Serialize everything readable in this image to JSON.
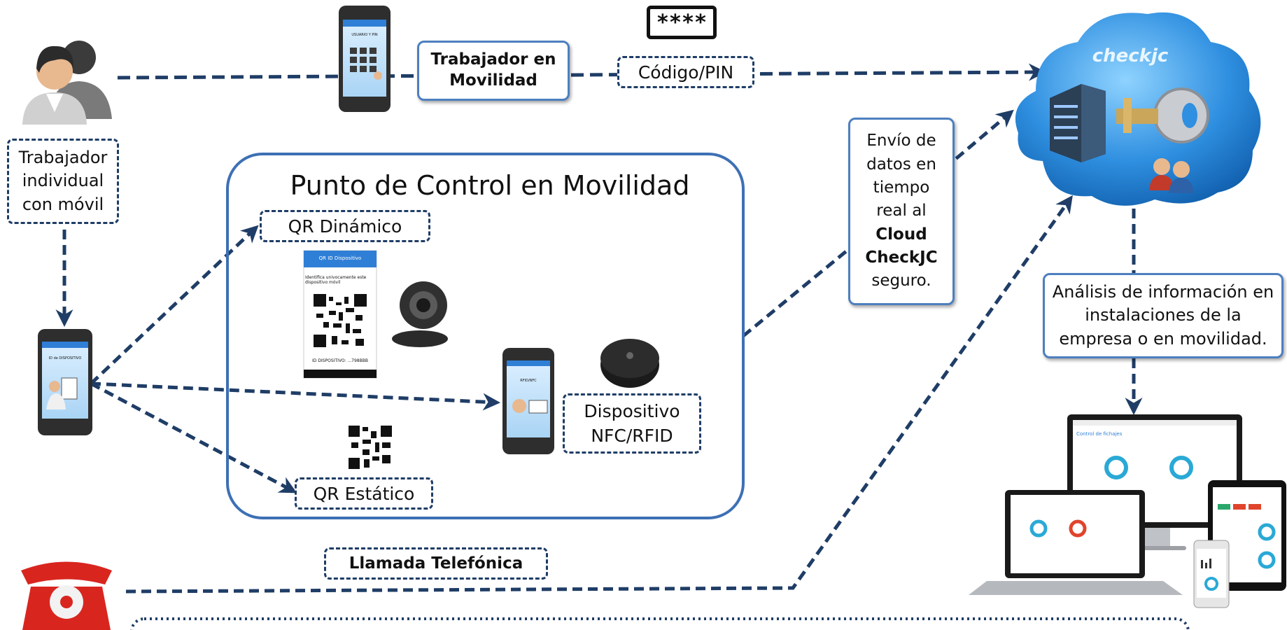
{
  "nodes": {
    "individual_worker": "Trabajador individual con móvil",
    "mobile_worker": "Trabajador en Movilidad",
    "pin_code": "Código/PIN",
    "pin_mask": "****",
    "control_point_title": "Punto de Control en Movilidad",
    "qr_dynamic": "QR Dinámico",
    "qr_static": "QR Estático",
    "nfc_device": "Dispositivo NFC/RFID",
    "phone_call": "Llamada Telefónica",
    "cloud_logo": "checkjc",
    "analysis": "Análisis de información en instalaciones de la empresa o en movilidad."
  },
  "data_sending": {
    "line1": "Envío de",
    "line2": "datos en",
    "line3": "tiempo",
    "line4": "real al",
    "line5": "Cloud",
    "line6": "CheckJC",
    "line7": "seguro."
  },
  "phone_screens": {
    "qr_app_title": "QR ID Dispositivo",
    "qr_app_text": "Identifica univocamente este dispositivo móvil",
    "qr_app_id": "ID DISPOSITIVO: ...798BBB",
    "pin_screen": "USUARIO Y PIN",
    "id_screen": "ID de DISPOSITIVO",
    "nfc_screen": "RFID/NFC"
  },
  "dashboard": {
    "title": "Control de fichajes"
  },
  "colors": {
    "arrow": "#1f3d66",
    "box_border": "#4d7fbf",
    "cloud": "#2f8fe0",
    "phone_red": "#d8261f"
  }
}
